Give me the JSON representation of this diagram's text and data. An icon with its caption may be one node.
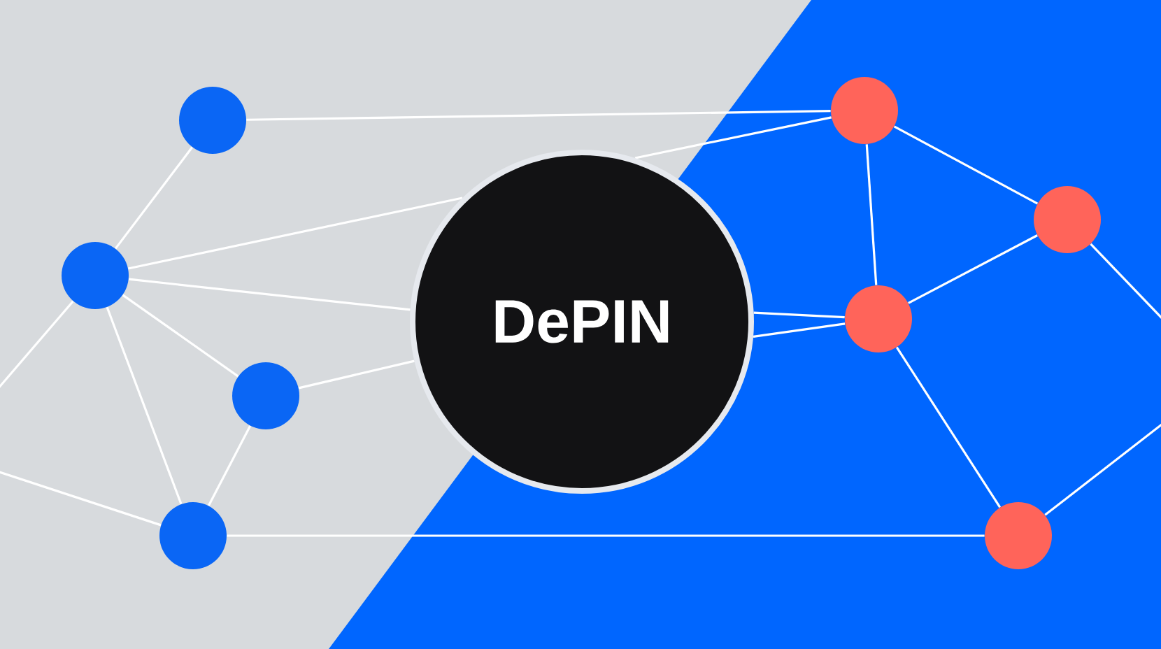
{
  "diagram": {
    "nodes": [
      {
        "text": [],
        "shape": "circle"
      },
      {
        "text": [],
        "shape": "circle"
      },
      {
        "text": [],
        "shape": "circle"
      },
      {
        "text": [],
        "shape": "circle"
      },
      {
        "text": [
          "DePIN"
        ]
      },
      {
        "text": [],
        "shape": "circle"
      },
      {
        "text": [],
        "shape": "circle"
      },
      {
        "text": [],
        "shape": "circle"
      },
      {
        "text": [],
        "shape": "circle"
      }
    ],
    "edges": [
      {
        "from": 0,
        "to": 5,
        "arrow": "none"
      },
      {
        "from": 0,
        "to": 1,
        "arrow": "none"
      },
      {
        "from": 1,
        "to": 4,
        "arrow": "none"
      },
      {
        "from": 1,
        "to": 4,
        "arrow": "none"
      },
      {
        "from": 1,
        "to": 2,
        "arrow": "none"
      },
      {
        "from": 1,
        "to": 3,
        "arrow": "none"
      },
      {
        "from": null,
        "to": 1,
        "arrow": "none"
      },
      {
        "from": 2,
        "to": 4,
        "arrow": "none"
      },
      {
        "from": 2,
        "to": 3,
        "arrow": "none"
      },
      {
        "from": null,
        "to": 3,
        "arrow": "none"
      },
      {
        "from": 3,
        "to": 8,
        "arrow": "none"
      },
      {
        "from": 4,
        "to": 7,
        "arrow": "none"
      },
      {
        "from": 4,
        "to": 7,
        "arrow": "none"
      },
      {
        "from": 5,
        "to": 7,
        "arrow": "none"
      },
      {
        "from": 5,
        "to": 6,
        "arrow": "none"
      },
      {
        "from": 6,
        "to": 7,
        "arrow": "none"
      },
      {
        "from": 7,
        "to": 8,
        "arrow": "none"
      },
      {
        "from": 8,
        "to": null,
        "arrow": "none"
      },
      {
        "from": 6,
        "to": null,
        "arrow": "none"
      },
      {
        "from": 4,
        "to": 5,
        "arrow": "none"
      }
    ]
  }
}
